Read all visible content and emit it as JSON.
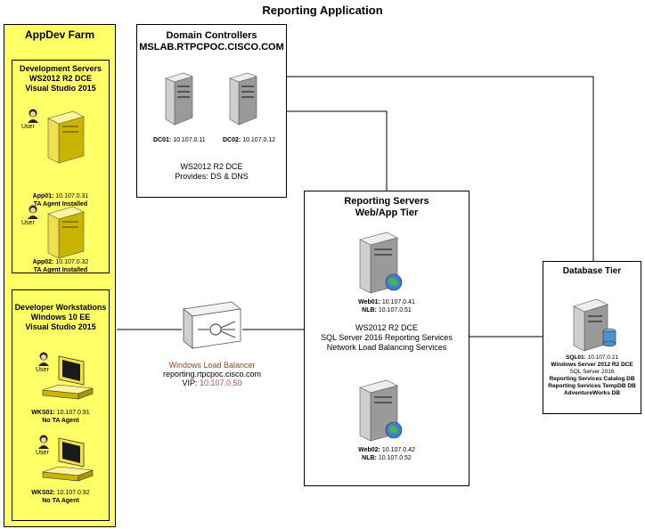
{
  "title": "Reporting Application",
  "appdev": {
    "label": "AppDev Farm",
    "dev_servers": {
      "title": [
        "Development Servers",
        "WS2012 R2 DCE",
        "Visual Studio 2015"
      ],
      "nodes": [
        {
          "user": "User",
          "name": "App01:",
          "ip": "10.107.0.31",
          "note": "TA Agent Installed"
        },
        {
          "user": "User",
          "name": "App02:",
          "ip": "10.107.0.32",
          "note": "TA Agent Installed"
        }
      ]
    },
    "workstations": {
      "title": [
        "Developer Workstations",
        "Windows 10 EE",
        "Visual Studio 2015"
      ],
      "nodes": [
        {
          "user": "User",
          "name": "WKS01:",
          "ip": "10.107.0.91",
          "note": "No TA Agent"
        },
        {
          "user": "User",
          "name": "WKS02:",
          "ip": "10.107.0.92",
          "note": "No TA Agent"
        }
      ]
    }
  },
  "domain_controllers": {
    "title": [
      "Domain Controllers",
      "MSLAB.RTPCPOC.CISCO.COM"
    ],
    "dc01": {
      "name": "DC01:",
      "ip": "10.107.0.11"
    },
    "dc02": {
      "name": "DC02:",
      "ip": "10.107.0.12"
    },
    "footer": [
      "WS2012 R2 DCE",
      "Provides: DS & DNS"
    ]
  },
  "load_balancer": {
    "name": "Windows Load Balancer",
    "host": "reporting.rtpcpoc.cisco.com",
    "vip_label": "VIP:",
    "vip": "10.107.0.50"
  },
  "reporting": {
    "title": [
      "Reporting Servers",
      "Web/App Tier"
    ],
    "web01": {
      "name": "Web01:",
      "ip": "10.107.0.41",
      "nlb_label": "NLB:",
      "nlb": "10.107.0.51"
    },
    "web02": {
      "name": "Web02:",
      "ip": "10.107.0.42",
      "nlb_label": "NLB:",
      "nlb": "10.107.0.52"
    },
    "desc": [
      "WS2012 R2 DCE",
      "SQL Server 2016 Reporting Services",
      "Network Load Balancing Services"
    ]
  },
  "database": {
    "title": "Database Tier",
    "sql01": {
      "name": "SQL01:",
      "ip": "10.107.0.21"
    },
    "desc": [
      "Windows Server 2012 R2 DCE",
      "SQL Server 2016",
      "Reporting Services Catalog DB",
      "Reporting Services TempDB DB",
      "AdventureWorks DB"
    ]
  }
}
